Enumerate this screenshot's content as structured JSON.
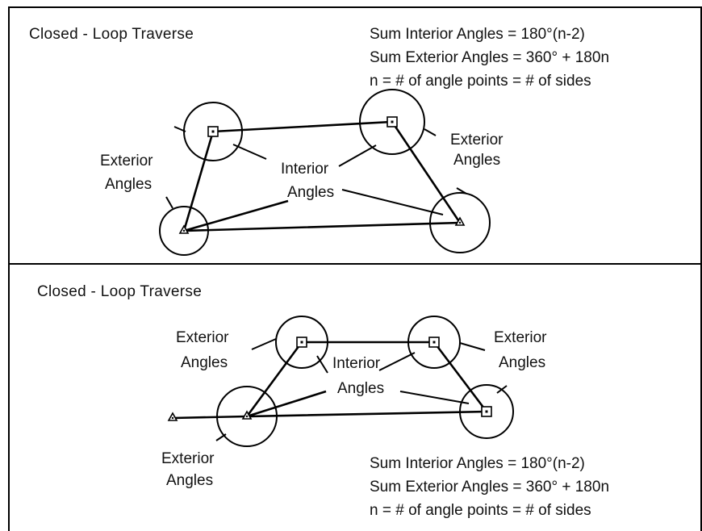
{
  "panels": [
    {
      "title": "Closed - Loop Traverse",
      "formulas": [
        "Sum Interior Angles = 180°(n-2)",
        "Sum Exterior Angles = 360° + 180n",
        "n = # of angle points = # of sides"
      ],
      "labels": {
        "exterior_left": [
          "Exterior",
          "Angles"
        ],
        "interior": [
          "Interior",
          "Angles"
        ],
        "exterior_right": [
          "Exterior",
          "Angles"
        ]
      },
      "station_symbols": [
        "square",
        "square",
        "triangle",
        "triangle"
      ]
    },
    {
      "title": "Closed - Loop Traverse",
      "formulas": [
        "Sum Interior Angles = 180°(n-2)",
        "Sum Exterior Angles = 360° + 180n",
        "n = # of angle points = # of sides"
      ],
      "labels": {
        "exterior_top_left": [
          "Exterior",
          "Angles"
        ],
        "interior": [
          "Interior",
          "Angles"
        ],
        "exterior_top_right": [
          "Exterior",
          "Angles"
        ],
        "exterior_bottom_left": [
          "Exterior",
          "Angles"
        ]
      },
      "station_symbols": [
        "square",
        "square",
        "square",
        "triangle",
        "triangle"
      ]
    }
  ],
  "colors": {
    "line": "#000000",
    "background": "#ffffff",
    "text": "#111111"
  }
}
